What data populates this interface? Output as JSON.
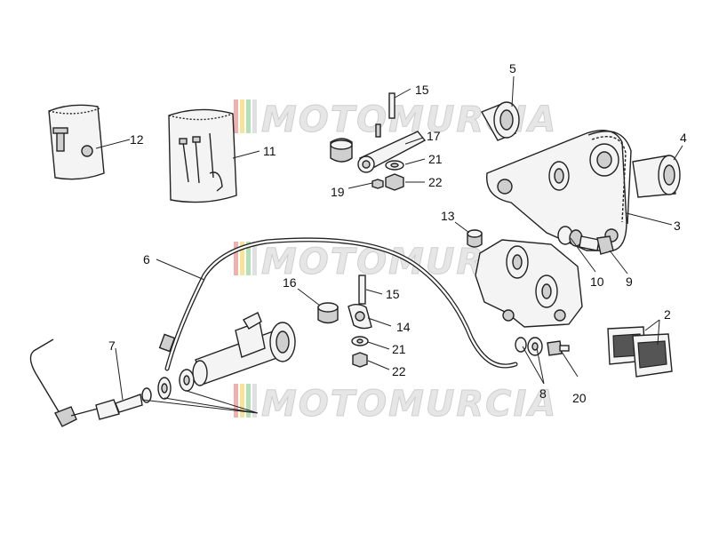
{
  "watermark": {
    "text": "MOTOMURCIA",
    "stripe_colors": [
      "#d9534f",
      "#f0c419",
      "#5cb85c",
      "#cccccc"
    ]
  },
  "callouts": {
    "c2": "2",
    "c3": "3",
    "c4": "4",
    "c5": "5",
    "c6": "6",
    "c7": "7",
    "c8": "8",
    "c9": "9",
    "c10": "10",
    "c11": "11",
    "c12": "12",
    "c13": "13",
    "c14": "14",
    "c15a": "15",
    "c15b": "15",
    "c16": "16",
    "c17": "17",
    "c19": "19",
    "c20": "20",
    "c21a": "21",
    "c21b": "21",
    "c22a": "22",
    "c22b": "22"
  }
}
